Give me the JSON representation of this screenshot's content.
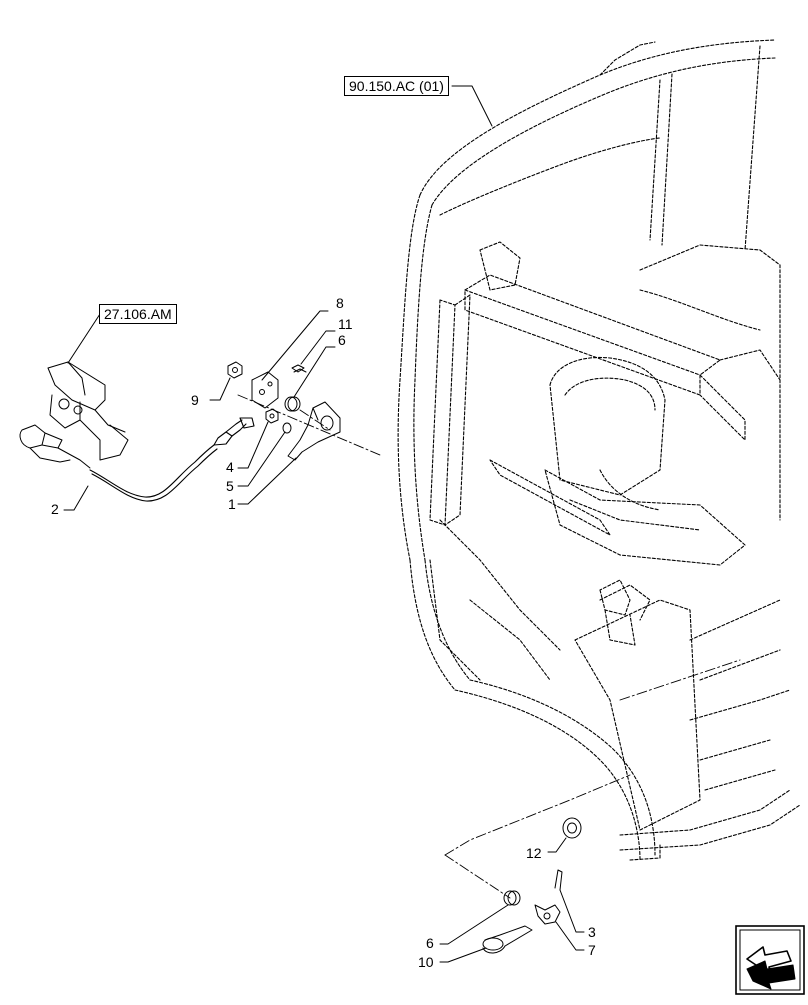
{
  "references": {
    "cab_ref": "90.150.AC (01)",
    "bracket_ref": "27.106.AM"
  },
  "callouts": {
    "c8": "8",
    "c11": "11",
    "c6_top": "6",
    "c9": "9",
    "c4": "4",
    "c5": "5",
    "c1": "1",
    "c2": "2",
    "c12": "12",
    "c3": "3",
    "c7": "7",
    "c6_bottom": "6",
    "c10": "10"
  },
  "icons": {
    "nav": "next-page-arrow-icon"
  },
  "colors": {
    "line": "#000000",
    "background": "#ffffff"
  }
}
